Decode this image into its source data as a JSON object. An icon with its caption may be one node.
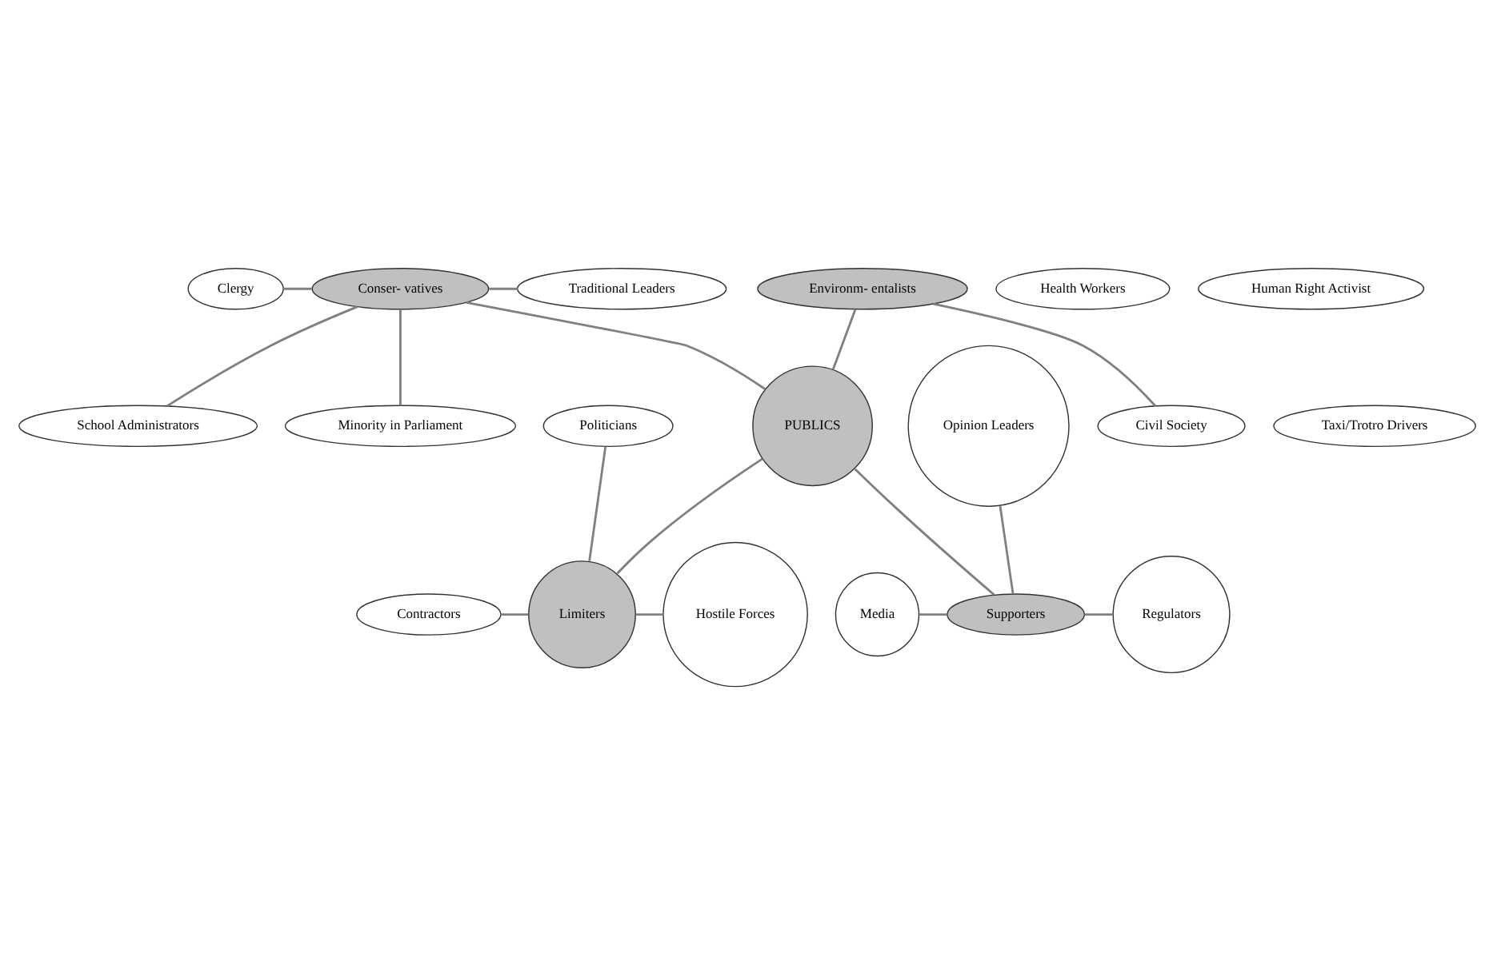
{
  "diagram": {
    "nodes": [
      {
        "text": [
          "Clergy"
        ]
      },
      {
        "text": [
          "Conser- vatives"
        ]
      },
      {
        "text": [
          "Traditional Leaders"
        ]
      },
      {
        "text": [
          "Health Workers"
        ]
      },
      {
        "text": [
          "Environm- entalists"
        ]
      },
      {
        "text": [
          "Human Right Activist"
        ]
      },
      {
        "text": [
          "School Administrators"
        ]
      },
      {
        "text": [
          "Minority in Parliament"
        ]
      },
      {
        "text": [
          "Civil Society"
        ]
      },
      {
        "text": [
          "PUBLICS"
        ]
      },
      {
        "text": [
          "Politicians"
        ]
      },
      {
        "text": [
          "Opinion Leaders"
        ]
      },
      {
        "text": [
          "Taxi/Trotro Drivers"
        ]
      },
      {
        "text": [
          "Contractors"
        ]
      },
      {
        "text": [
          "Limiters"
        ]
      },
      {
        "text": [
          "Hostile Forces"
        ]
      },
      {
        "text": [
          "Media"
        ]
      },
      {
        "text": [
          "Supporters"
        ]
      },
      {
        "text": [
          "Regulators"
        ]
      }
    ],
    "edges": [
      {
        "from": 0,
        "to": 1,
        "arrow": "none"
      },
      {
        "from": 1,
        "to": 2,
        "arrow": "none"
      },
      {
        "from": 1,
        "to": 6,
        "arrow": "none"
      },
      {
        "from": 1,
        "to": 7,
        "arrow": "none"
      },
      {
        "from": 1,
        "to": 9,
        "arrow": "none"
      },
      {
        "from": 4,
        "to": 8,
        "arrow": "none"
      },
      {
        "from": 4,
        "to": 9,
        "arrow": "none"
      },
      {
        "from": 9,
        "to": 14,
        "arrow": "none"
      },
      {
        "from": 9,
        "to": 17,
        "arrow": "none"
      },
      {
        "from": 10,
        "to": 14,
        "arrow": "none"
      },
      {
        "from": 13,
        "to": 14,
        "arrow": "none"
      },
      {
        "from": 14,
        "to": 15,
        "arrow": "none"
      },
      {
        "from": 11,
        "to": 17,
        "arrow": "none"
      },
      {
        "from": 16,
        "to": 17,
        "arrow": "none"
      },
      {
        "from": 17,
        "to": 18,
        "arrow": "none"
      }
    ]
  }
}
